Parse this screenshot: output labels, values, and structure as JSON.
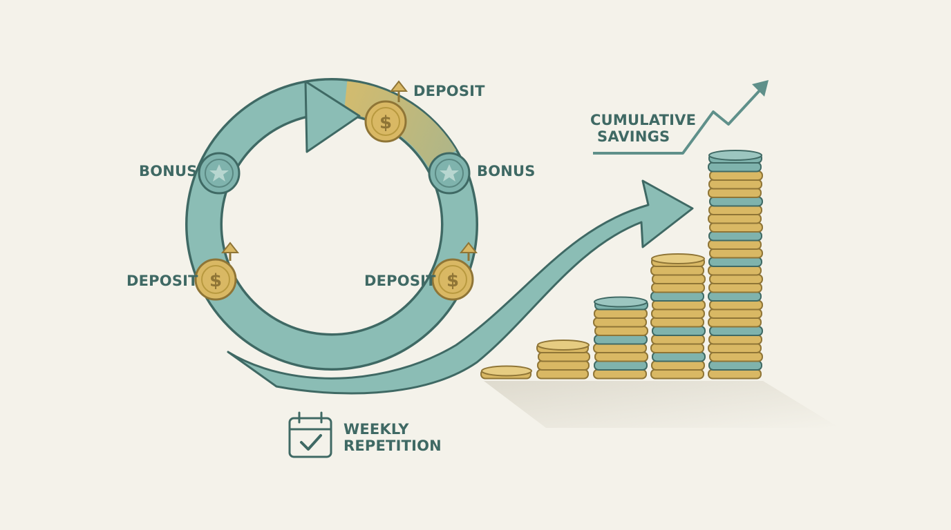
{
  "labels": {
    "deposit_top": "DEPOSIT",
    "bonus_left": "BONUS",
    "bonus_right": "BONUS",
    "deposit_left": "DEPOSIT",
    "deposit_right": "DEPOSIT",
    "cumulative_line1": "CUMULATIVE",
    "cumulative_line2": "SAVINGS",
    "weekly_line1": "WEEKLY",
    "weekly_line2": "REPETITION"
  },
  "icons": {
    "deposit_coin": "dollar-coin-icon",
    "bonus_coin": "star-coin-icon",
    "deposit_indicator": "up-arrow-icon",
    "calendar": "calendar-check-icon",
    "trend": "trend-up-arrow-icon"
  },
  "colors": {
    "background": "#f4f2ea",
    "loop_teal": "#8bbdb5",
    "outline": "#3f6964",
    "gold": "#d9b864",
    "gold_dark": "#8f7536",
    "coin_teal": "#7fb3ad",
    "text": "#3f6964"
  }
}
